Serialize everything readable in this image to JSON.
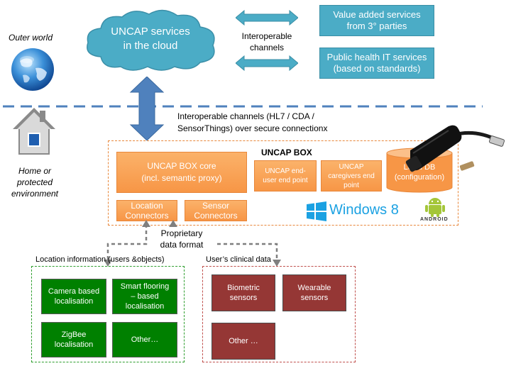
{
  "outer_world": {
    "label": "Outer world"
  },
  "cloud": {
    "line1": "UNCAP services",
    "line2": "in the cloud"
  },
  "interop_channels": {
    "line1": "Interoperable",
    "line2": "channels"
  },
  "services": [
    {
      "line1": "Value added services",
      "line2": "from 3° parties"
    },
    {
      "line1": "Public health IT services",
      "line2": "(based on standards)"
    }
  ],
  "secure_channels": {
    "line1": "Interoperable channels (HL7 / CDA /",
    "line2": "SensorThings) over secure connectionx"
  },
  "home": {
    "line1": "Home or",
    "line2": "protected",
    "line3": "environment"
  },
  "uncap_box": {
    "title": "UNCAP BOX",
    "core": {
      "line1": "UNCAP BOX core",
      "line2": "(incl. semantic proxy)"
    },
    "location_connectors": {
      "line1": "Location",
      "line2": "Connectors"
    },
    "sensor_connectors": {
      "line1": "Sensor",
      "line2": "Connectors"
    },
    "user_endpoint": {
      "line1": "UNCAP end-",
      "line2": "user end point"
    },
    "caregiver_endpoint": {
      "line1": "UNCAP",
      "line2": "caregivers end",
      "line3": "point"
    },
    "local_db": {
      "line1": "Local DB",
      "line2": "(configuration)"
    },
    "windows_logo": "Windows 8",
    "android_logo": "ANDROID"
  },
  "proprietary": {
    "line1": "Proprietary",
    "line2": "data format"
  },
  "location_group": {
    "title": "Location information  (users &objects)",
    "items": [
      {
        "line1": "Camera based",
        "line2": "localisation",
        "line3": ""
      },
      {
        "line1": "Smart flooring",
        "line2": "– based",
        "line3": "localisation"
      },
      {
        "line1": "ZigBee",
        "line2": "localisation",
        "line3": ""
      },
      {
        "line1": "Other…",
        "line2": "",
        "line3": ""
      }
    ]
  },
  "clinical_group": {
    "title": "User’s clinical data",
    "items": [
      {
        "line1": "Biometric",
        "line2": "sensors"
      },
      {
        "line1": "Wearable",
        "line2": "sensors"
      },
      {
        "line1": "Other …",
        "line2": ""
      }
    ]
  },
  "colors": {
    "teal": "#4bacc6",
    "orange": "#f79646",
    "green": "#008000",
    "red": "#953735",
    "arrow": "#4f81bd",
    "divider": "#4f81bd"
  }
}
